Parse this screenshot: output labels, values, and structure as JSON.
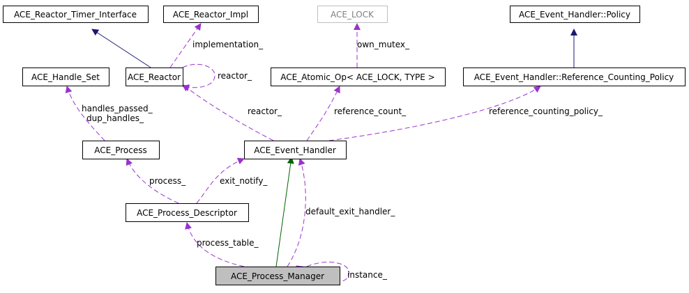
{
  "nodes": {
    "reactor_timer_interface": {
      "label": "ACE_Reactor_Timer_Interface"
    },
    "reactor_impl": {
      "label": "ACE_Reactor_Impl"
    },
    "lock": {
      "label": "ACE_LOCK"
    },
    "policy": {
      "label": "ACE_Event_Handler::Policy"
    },
    "handle_set": {
      "label": "ACE_Handle_Set"
    },
    "reactor": {
      "label": "ACE_Reactor"
    },
    "atomic_op": {
      "label": "ACE_Atomic_Op< ACE_LOCK, TYPE >"
    },
    "ref_counting_policy": {
      "label": "ACE_Event_Handler::Reference_Counting_Policy"
    },
    "process": {
      "label": "ACE_Process"
    },
    "event_handler": {
      "label": "ACE_Event_Handler"
    },
    "process_descriptor": {
      "label": "ACE_Process_Descriptor"
    },
    "process_manager": {
      "label": "ACE_Process_Manager"
    }
  },
  "edges": {
    "implementation": "implementation_",
    "reactor_self": "reactor_",
    "own_mutex": "own_mutex_",
    "handles_passed": "handles_passed_",
    "dup_handles": "dup_handles_",
    "reactor": "reactor_",
    "reference_count": "reference_count_",
    "reference_counting_policy": "reference_counting_policy_",
    "process": "process_",
    "exit_notify": "exit_notify_",
    "default_exit_handler": "default_exit_handler_",
    "process_table": "process_table_",
    "instance": "instance_"
  },
  "colors": {
    "uses_edge": "#9a32cd",
    "inherit_public": "#191970",
    "inherit_focus": "#006400",
    "focus_node_fill": "#bfbfbf",
    "muted_node_border": "#bfbfbf"
  }
}
